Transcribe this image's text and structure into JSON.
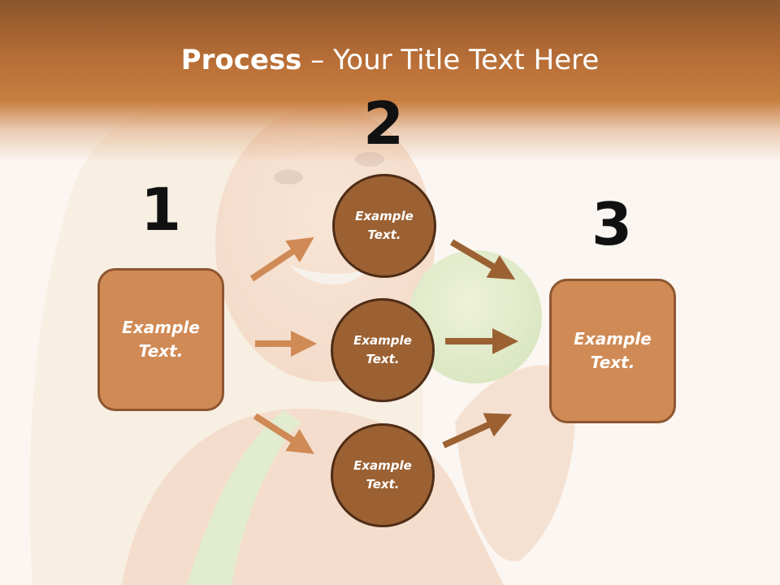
{
  "title": {
    "bold": "Process",
    "rest": " – Your Title Text Here"
  },
  "steps": [
    {
      "number": "1",
      "box_text": "Example Text."
    },
    {
      "number": "2",
      "circles": [
        "Example Text.",
        "Example Text.",
        "Example Text."
      ]
    },
    {
      "number": "3",
      "box_text": "Example Text."
    }
  ],
  "colors": {
    "banner": "#b66d36",
    "box_fill": "#d08a55",
    "circle_fill": "#9b6133",
    "arrow_left": "#d08a55",
    "arrow_right": "#9b6133"
  }
}
